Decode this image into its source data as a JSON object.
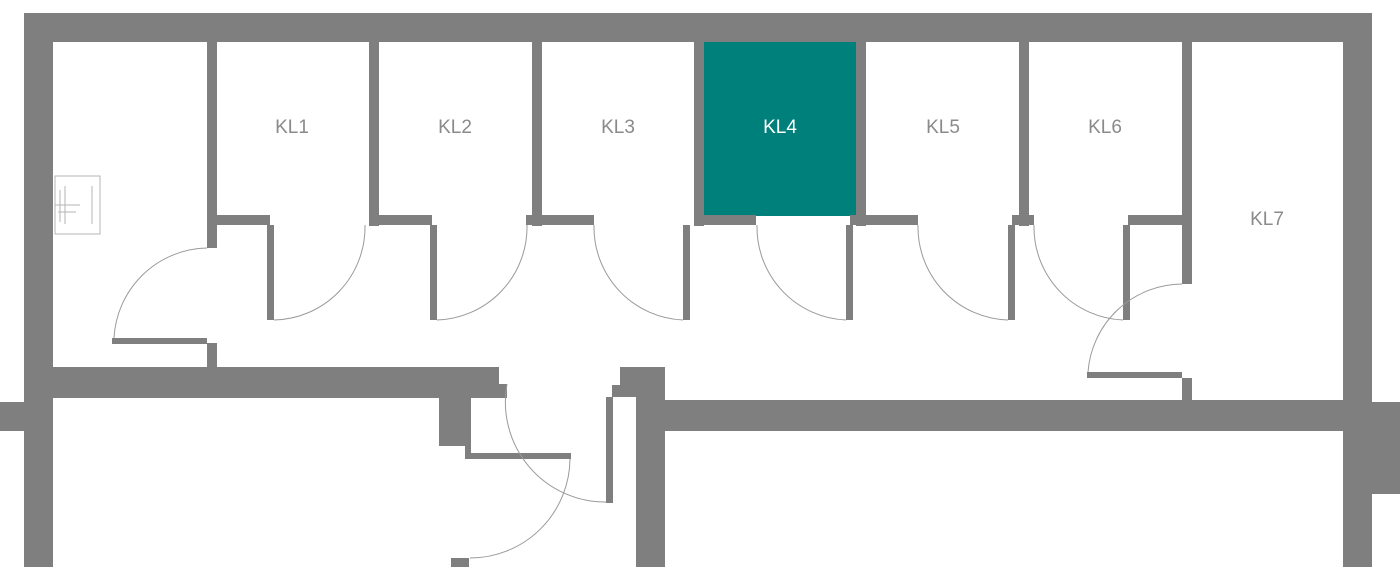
{
  "highlight_color": "#00807a",
  "wall_color": "#7f7f7f",
  "label_color": "#8a8a8a",
  "selected_room": "KL4",
  "rooms": [
    {
      "id": "kl1",
      "label": "KL1"
    },
    {
      "id": "kl2",
      "label": "KL2"
    },
    {
      "id": "kl3",
      "label": "KL3"
    },
    {
      "id": "kl4",
      "label": "KL4"
    },
    {
      "id": "kl5",
      "label": "KL5"
    },
    {
      "id": "kl6",
      "label": "KL6"
    },
    {
      "id": "kl7",
      "label": "KL7"
    }
  ],
  "icons": {
    "wall_fixture": "electrical-panel-icon"
  }
}
